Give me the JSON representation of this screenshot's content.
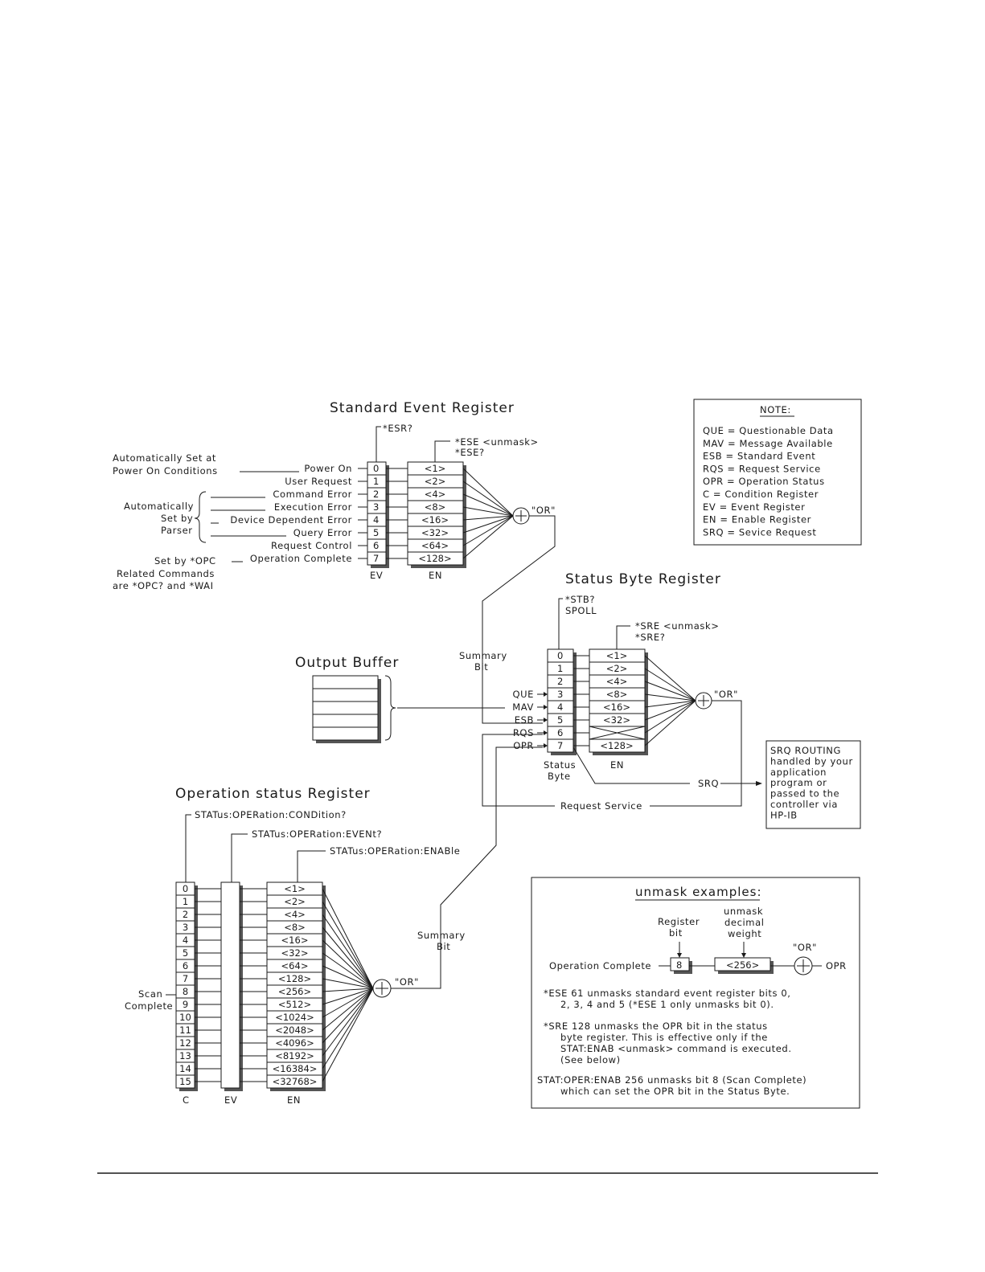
{
  "titles": {
    "standard_event": "Standard Event Register",
    "status_byte": "Status Byte Register",
    "output_buffer": "Output Buffer",
    "operation_status": "Operation status Register"
  },
  "ser": {
    "queries": [
      "*ESR?",
      "*ESE <unmask>",
      "*ESE?"
    ],
    "bits": [
      "0",
      "1",
      "2",
      "3",
      "4",
      "5",
      "6",
      "7"
    ],
    "labels": [
      "Power On",
      "User Request",
      "Command Error",
      "Execution Error",
      "Device Dependent Error",
      "Query Error",
      "Request Control",
      "Operation Complete"
    ],
    "enables": [
      "<1>",
      "<2>",
      "<4>",
      "<8>",
      "<16>",
      "<32>",
      "<64>",
      "<128>"
    ],
    "col_ev": "EV",
    "col_en": "EN",
    "or_label": "\"OR\"",
    "left_notes": {
      "auto_power": [
        "Automatically Set at",
        "Power On Conditions"
      ],
      "auto_parser": [
        "Automatically",
        "Set by",
        "Parser"
      ],
      "opc": [
        "Set by *OPC",
        "Related Commands",
        "are *OPC? and *WAI"
      ]
    }
  },
  "note": {
    "title": "NOTE:",
    "lines": [
      "QUE = Questionable Data",
      "MAV = Message Available",
      "ESB = Standard Event",
      "RQS = Request Service",
      "OPR = Operation Status",
      "C = Condition Register",
      "EV = Event Register",
      "EN = Enable Register",
      "SRQ = Sevice Request"
    ]
  },
  "sbr": {
    "queries": [
      "*STB?",
      "SPOLL",
      "*SRE <unmask>",
      "*SRE?"
    ],
    "bits": [
      "0",
      "1",
      "2",
      "3",
      "4",
      "5",
      "6",
      "7"
    ],
    "side_labels": [
      "QUE",
      "MAV",
      "ESB",
      "RQS",
      "OPR"
    ],
    "enables": [
      "<1>",
      "<2>",
      "<4>",
      "<8>",
      "<16>",
      "<32>",
      "",
      "<128>"
    ],
    "col_status": [
      "Status",
      "Byte"
    ],
    "col_en": "EN",
    "or_label": "\"OR\"",
    "summary_bit": [
      "Summary",
      "Bit"
    ],
    "srq": "SRQ",
    "request_service": "Request Service",
    "srq_routing": [
      "SRQ ROUTING",
      "handled by your",
      "application",
      "program or",
      "passed to the",
      "controller via",
      "HP-IB"
    ]
  },
  "osr": {
    "queries": [
      "STATus:OPERation:CONDition?",
      "STATus:OPERation:EVENt?",
      "STATus:OPERation:ENABle"
    ],
    "bits": [
      "0",
      "1",
      "2",
      "3",
      "4",
      "5",
      "6",
      "7",
      "8",
      "9",
      "10",
      "11",
      "12",
      "13",
      "14",
      "15"
    ],
    "enables": [
      "<1>",
      "<2>",
      "<4>",
      "<8>",
      "<16>",
      "<32>",
      "<64>",
      "<128>",
      "<256>",
      "<512>",
      "<1024>",
      "<2048>",
      "<4096>",
      "<8192>",
      "<16384>",
      "<32768>"
    ],
    "cols": [
      "C",
      "EV",
      "EN"
    ],
    "scan_complete": [
      "Scan",
      "Complete"
    ],
    "or_label": "\"OR\"",
    "summary_bit": [
      "Summary",
      "Bit"
    ]
  },
  "unmask": {
    "title": "unmask examples:",
    "register_bit": [
      "Register",
      "bit"
    ],
    "decimal_weight": [
      "unmask",
      "decimal",
      "weight"
    ],
    "or_label": "\"OR\"",
    "op_complete": "Operation Complete",
    "bit": "8",
    "weight": "<256>",
    "opr": "OPR",
    "ex1": [
      "*ESE 61 unmasks standard event register bits 0,",
      "2, 3, 4 and 5 (*ESE 1 only unmasks bit 0)."
    ],
    "ex2": [
      "*SRE 128 unmasks the OPR bit in the status",
      "byte register. This is effective only if the",
      "STAT:ENAB <unmask> command is executed.",
      "(See below)"
    ],
    "ex3": [
      "STAT:OPER:ENAB 256 unmasks bit 8 (Scan Complete)",
      "which can set the OPR bit in the Status Byte."
    ]
  }
}
